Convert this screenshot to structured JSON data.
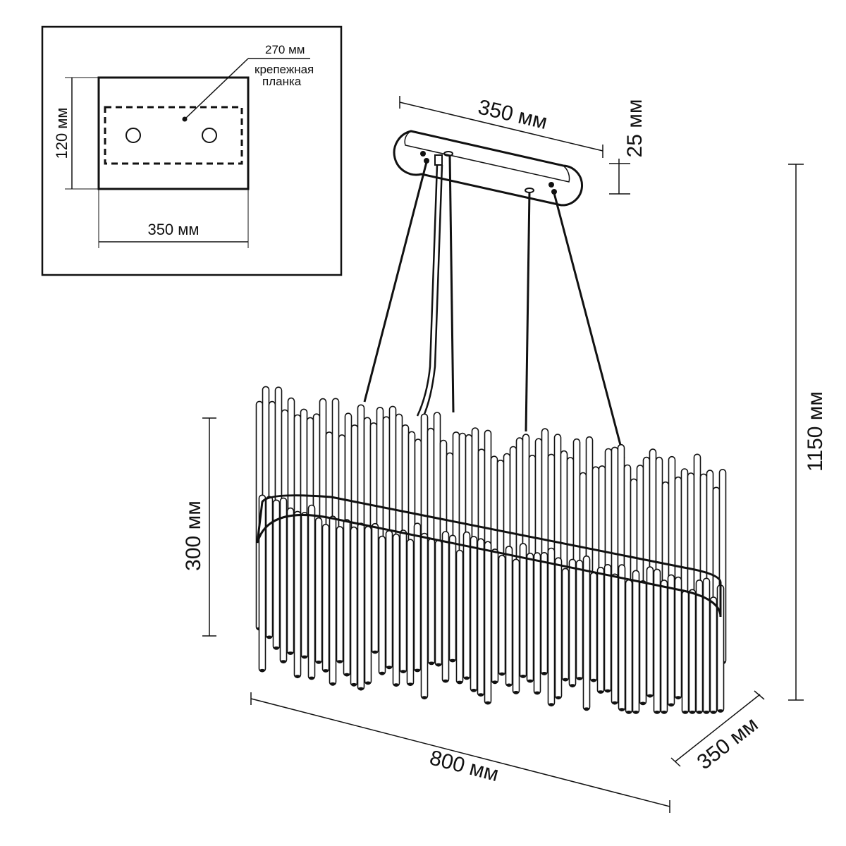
{
  "inset": {
    "label_270": "270 мм",
    "bracket_line1": "крепежная",
    "bracket_line2": "планка",
    "height_label": "120 мм",
    "width_label": "350 мм"
  },
  "main": {
    "canopy_width": "350 мм",
    "canopy_height": "25 мм",
    "total_height": "1150 мм",
    "body_height": "300 мм",
    "length": "800 мм",
    "depth": "350 мм"
  }
}
